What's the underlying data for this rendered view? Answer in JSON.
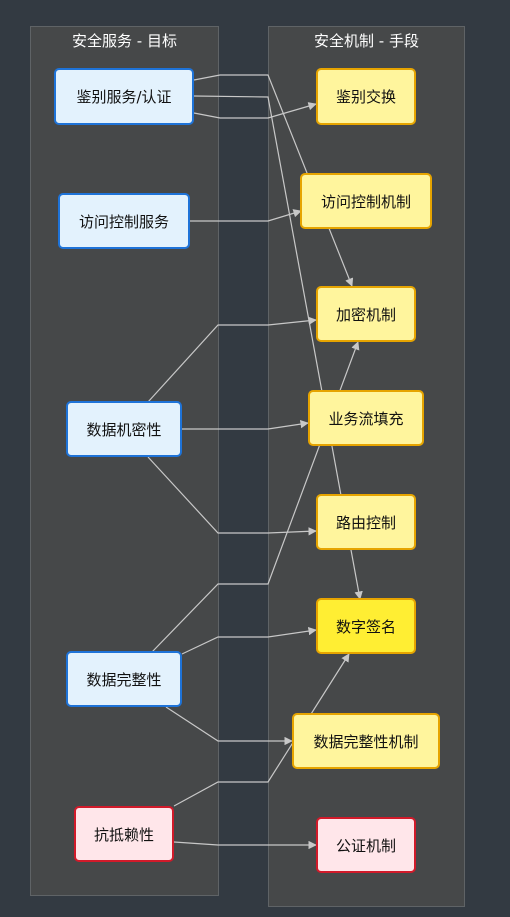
{
  "lanes": {
    "services_title": "安全服务 - 目标",
    "mechanisms_title": "安全机制 - 手段"
  },
  "services": {
    "auth": "鉴别服务/认证",
    "access": "访问控制服务",
    "confidentiality": "数据机密性",
    "integrity": "数据完整性",
    "nonrepudiation": "抗抵赖性"
  },
  "mechanisms": {
    "auth_exchange": "鉴别交换",
    "access_control": "访问控制机制",
    "encryption": "加密机制",
    "traffic_padding": "业务流填充",
    "routing_control": "路由控制",
    "digital_signature": "数字签名",
    "data_integrity": "数据完整性机制",
    "notarization": "公证机制"
  },
  "colors": {
    "background": "#333a42",
    "lane": "#464849",
    "edge": "#c8c8c8",
    "service_fill": "#e3f2fd",
    "service_border": "#1e73d8",
    "mechanism_fill": "#fff59d",
    "mechanism_border": "#e6a400",
    "highlight_fill": "#ffee33",
    "alert_fill": "#ffe6ea",
    "alert_border": "#d11a2a"
  }
}
